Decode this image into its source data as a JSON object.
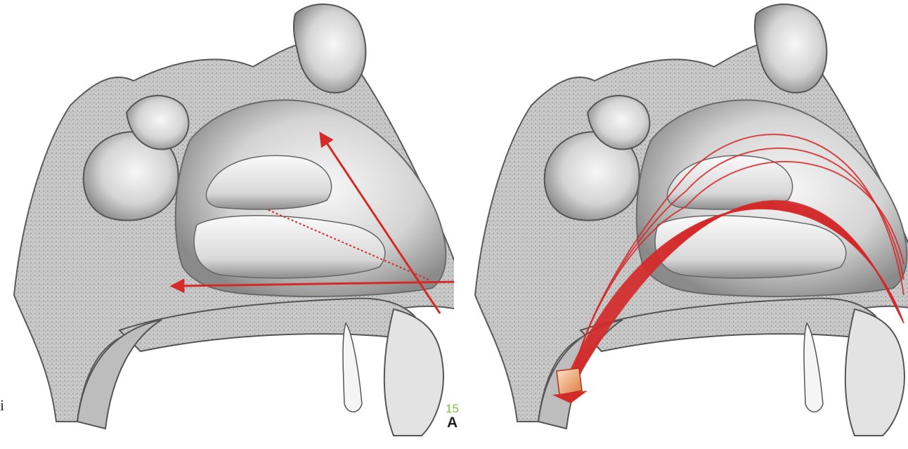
{
  "figure": {
    "page_number": "15",
    "panel_letter": "A",
    "edge_fragment": "i"
  },
  "colors": {
    "airflow_red": "#d42a2a",
    "tissue_light": "#eeeeee",
    "tissue_mid": "#bdbdbd",
    "tissue_dark": "#6e6e6e",
    "bone_fill": "#c9c9c9",
    "page_number_green": "#7cbf3a"
  },
  "icons": {
    "direction_arrow": "arrow-icon",
    "flow_exit": "cube-icon"
  }
}
